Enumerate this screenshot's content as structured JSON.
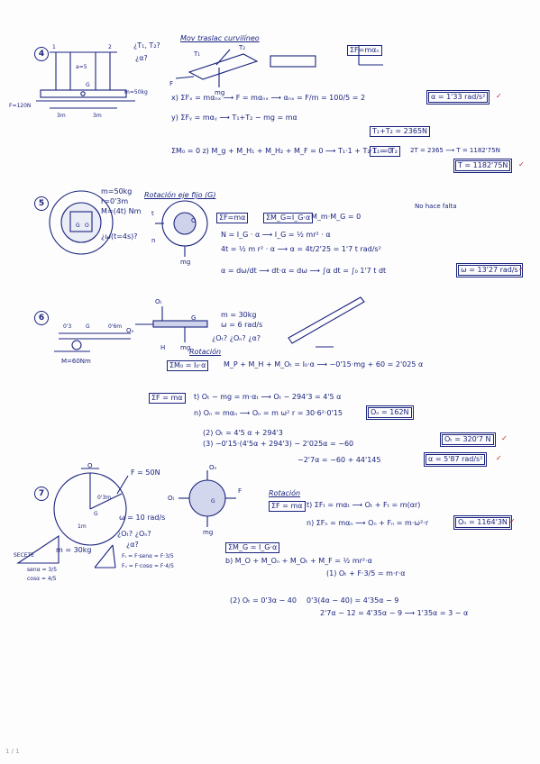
{
  "problems": [
    {
      "number": "4",
      "questions": [
        "¿T₁, T₂?",
        "¿α?"
      ],
      "diagram_labels": [
        "1",
        "2",
        "3m",
        "3m",
        "a=5",
        "G",
        "F=120N",
        "m=50kg"
      ],
      "fbd_title": "Mov traslac curvilíneo",
      "fbd_labels": [
        "mg",
        "T₁",
        "T₂",
        "F"
      ],
      "law": "ΣF=mαₙ",
      "lines": [
        "x) ΣFₓ = mαₙₓ ⟶ F = mαₙₓ ⟶ αₙₓ = F/m = 100/5 = 2",
        "y) ΣFᵧ = mαᵧ ⟶ T₁+T₂ − mg = mα",
        "ΣM₀ = 0   z) M_g + M_H₁ + M_H₂ + M_F = 0 ⟶ T₁·1 + T₂·1 = 0",
        "2T = 2365 ⟶ T = 1182'75N"
      ],
      "results": [
        "α = 1'33 rad/s²",
        "T₁+T₂ = 2365N",
        "T₁ = T₂",
        "T = 1182'75N"
      ]
    },
    {
      "number": "5",
      "given": [
        "m=50kg",
        "r=0'3m",
        "M=(4t) Nm",
        "¿ω(t=4s)?"
      ],
      "diagram_labels": [
        "G",
        "O"
      ],
      "fbd_title": "Rotación eje fijo (G)",
      "fbd_labels": [
        "t",
        "n",
        "mg",
        "O"
      ],
      "laws": [
        "ΣF=mα",
        "ΣM_G=I_G·α",
        "M_m·M_G = 0"
      ],
      "note": "No hace falta",
      "lines": [
        "N = I_G · α ⟶ I_G = ½ mr² · α",
        "4t = ½ m r² · α ⟶ α = 4t/2'25 = 1'7 t rad/s²",
        "α = dω/dt ⟶ dt·α = dω ⟶ ∫α dt = ∫₀ 1'7 t dt"
      ],
      "results": [
        "ω = 13'27 rad/s"
      ]
    },
    {
      "number": "6",
      "diagram_labels": [
        "0'3",
        "G",
        "0'6m",
        "M=60Nm"
      ],
      "given": [
        "m = 30kg",
        "ω = 6 rad/s",
        "¿Oₜ? ¿Oₙ? ¿α?"
      ],
      "fbd_title": "Rotación",
      "fbd_labels": [
        "Oₜ",
        "Oₙ",
        "mg",
        "H",
        "G"
      ],
      "laws": [
        "ΣM₀ = I₀·α",
        "ΣF = mα"
      ],
      "lines": [
        "M_P + M_H + M_Oₜ = I₀·α ⟶ −0'15·mg + 60 = 2'025 α",
        "t) Oₜ − mg = m·αₜ ⟶ Oₜ − 294'3 = 4'5 α",
        "n) Oₙ = mαₙ ⟶ Oₙ = m ω² r = 30·6²·0'15",
        "(2) Oₜ = 4'5 α + 294'3",
        "(3) −0'15·(4'5α + 294'3) − 2'025α = −60",
        "−2'7α = −60 + 44'145"
      ],
      "results": [
        "Oₙ = 162N",
        "Oₜ = 320'7 N",
        "α = 5'87 rad/s²"
      ]
    },
    {
      "number": "7",
      "given": [
        "F = 50N",
        "m = 30kg",
        "ω = 10 rad/s",
        "¿Oₜ? ¿Oₙ?",
        "¿α?"
      ],
      "diagram_labels": [
        "O",
        "G",
        "1m",
        "0'3m"
      ],
      "secante": [
        "SECETE",
        "senα = 3/5",
        "cosα = 4/5",
        "Fₜ = F·senα = F·3/5",
        "Fₙ = F·cosα = F·4/5"
      ],
      "fbd_title": "Rotación",
      "fbd_labels": [
        "Oₙ",
        "Oₜ",
        "mg",
        "F",
        "G"
      ],
      "laws": [
        "ΣF = mα",
        "ΣM_G = I_G·α"
      ],
      "lines": [
        "t) ΣFₜ = mαₜ ⟶ Oₜ + Fₜ = m(αr)",
        "n) ΣFₙ = mαₙ ⟶ Oₙ + Fₙ = m·ω²·r",
        "b) M_O + M_Oₙ + M_Oₜ + M_F = ½ mr²·α",
        "(1) Oₜ + F·3/5 = m·r·α",
        "(2) Oₜ = 0'3α − 40",
        "0'3(4α − 40) = 4'35α − 9",
        "2'7α − 12 = 4'35α − 9 ⟶ 1'35α = 3 − α"
      ],
      "results": [
        "Oₙ = 1164'3N"
      ]
    }
  ],
  "footer": "1 / 1"
}
